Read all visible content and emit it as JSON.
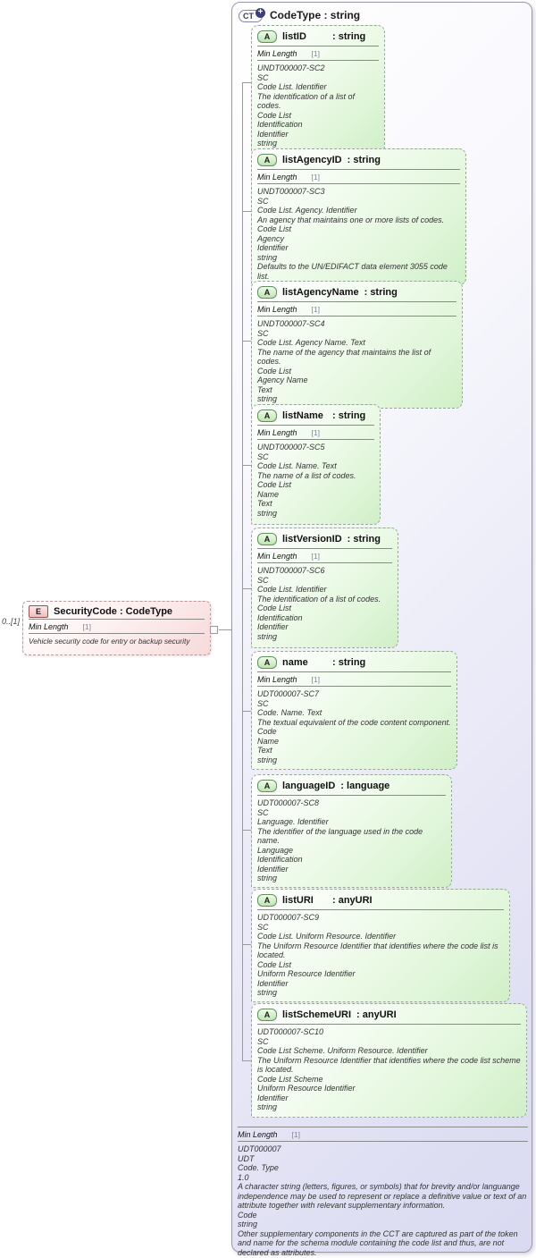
{
  "element": {
    "icon": "E",
    "cardinality": "0..[1]",
    "title": "SecurityCode : CodeType",
    "facet": "Min Length",
    "facet_card": "[1]",
    "description": "Vehicle security code for entry or backup security"
  },
  "complex_type": {
    "icon": "CT",
    "plus_icon": "+",
    "title": "CodeType : string",
    "attributes": [
      {
        "icon": "A",
        "name": "listID",
        "type": ": string",
        "facet": "Min Length",
        "facet_card": "[1]",
        "lines": [
          "UNDT000007-SC2",
          "SC",
          "Code List. Identifier",
          "The identification of a list of codes.",
          "Code List",
          "Identification",
          "Identifier",
          "string"
        ]
      },
      {
        "icon": "A",
        "name": "listAgencyID",
        "type": ": string",
        "facet": "Min Length",
        "facet_card": "[1]",
        "lines": [
          "UNDT000007-SC3",
          "SC",
          "Code List. Agency. Identifier",
          "An agency that maintains one or more lists of codes.",
          "Code List",
          "Agency",
          "Identifier",
          "string",
          "Defaults to the UN/EDIFACT data element 3055 code list."
        ]
      },
      {
        "icon": "A",
        "name": "listAgencyName",
        "type": ": string",
        "facet": "Min Length",
        "facet_card": "[1]",
        "lines": [
          "UNDT000007-SC4",
          "SC",
          "Code List. Agency Name. Text",
          "The name of the agency that maintains the list of codes.",
          "Code List",
          "Agency Name",
          "Text",
          "string"
        ]
      },
      {
        "icon": "A",
        "name": "listName",
        "type": ": string",
        "facet": "Min Length",
        "facet_card": "[1]",
        "lines": [
          "UNDT000007-SC5",
          "SC",
          "Code List. Name. Text",
          "The name of a list of codes.",
          "Code List",
          "Name",
          "Text",
          "string"
        ]
      },
      {
        "icon": "A",
        "name": "listVersionID",
        "type": ": string",
        "facet": "Min Length",
        "facet_card": "[1]",
        "lines": [
          "UNDT000007-SC6",
          "SC",
          "Code List. Identifier",
          "The identification of a list of codes.",
          "Code List",
          "Identification",
          "Identifier",
          "string"
        ]
      },
      {
        "icon": "A",
        "name": "name",
        "type": ": string",
        "facet": "Min Length",
        "facet_card": "[1]",
        "lines": [
          "UDT000007-SC7",
          "SC",
          "Code. Name. Text",
          "The textual equivalent of the code content component.",
          "Code",
          "Name",
          "Text",
          "string"
        ]
      },
      {
        "icon": "A",
        "name": "languageID",
        "type": ": language",
        "lines": [
          "UDT000007-SC8",
          "SC",
          "Language. Identifier",
          "The identifier of the language used in the code name.",
          "Language",
          "Identification",
          "Identifier",
          "string"
        ]
      },
      {
        "icon": "A",
        "name": "listURI",
        "type": ": anyURI",
        "lines": [
          "UDT000007-SC9",
          "SC",
          "Code List. Uniform Resource. Identifier",
          "The Uniform Resource Identifier that identifies where the code list is located.",
          "Code List",
          "Uniform Resource Identifier",
          "Identifier",
          "string"
        ]
      },
      {
        "icon": "A",
        "name": "listSchemeURI",
        "type": ": anyURI",
        "lines": [
          "UDT000007-SC10",
          "SC",
          "Code List Scheme. Uniform Resource. Identifier",
          "The Uniform Resource Identifier that identifies where the code list scheme is located.",
          "Code List Scheme",
          "Uniform Resource Identifier",
          "Identifier",
          "string"
        ]
      }
    ],
    "footer": {
      "facet": "Min Length",
      "facet_card": "[1]",
      "lines": [
        "UDT000007",
        "UDT",
        "Code. Type",
        "1.0",
        "A character string (letters, figures, or symbols) that for brevity and/or languange independence may be used to represent or replace a definitive value or text of an attribute together with relevant supplementary information.",
        "Code",
        "string",
        "Other supplementary components in the CCT are captured as part of the token and name for the schema module containing the code list and thus, are not declared as attributes."
      ]
    }
  }
}
